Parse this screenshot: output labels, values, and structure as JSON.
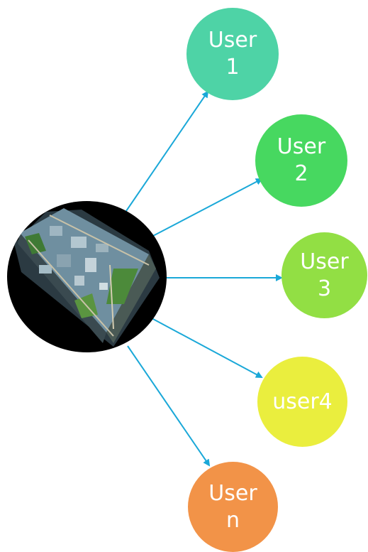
{
  "diagram": {
    "center_image": "city-aerial-map",
    "arrow_color": "#1aa8d8",
    "nodes": [
      {
        "line1": "User",
        "line2": "1",
        "color": "#4ed3a6"
      },
      {
        "line1": "User",
        "line2": "2",
        "color": "#47d860"
      },
      {
        "line1": "User",
        "line2": "3",
        "color": "#92df44"
      },
      {
        "line1": "user4",
        "line2": "",
        "color": "#eaee3e"
      },
      {
        "line1": "User",
        "line2": "n",
        "color": "#f29348"
      }
    ]
  }
}
